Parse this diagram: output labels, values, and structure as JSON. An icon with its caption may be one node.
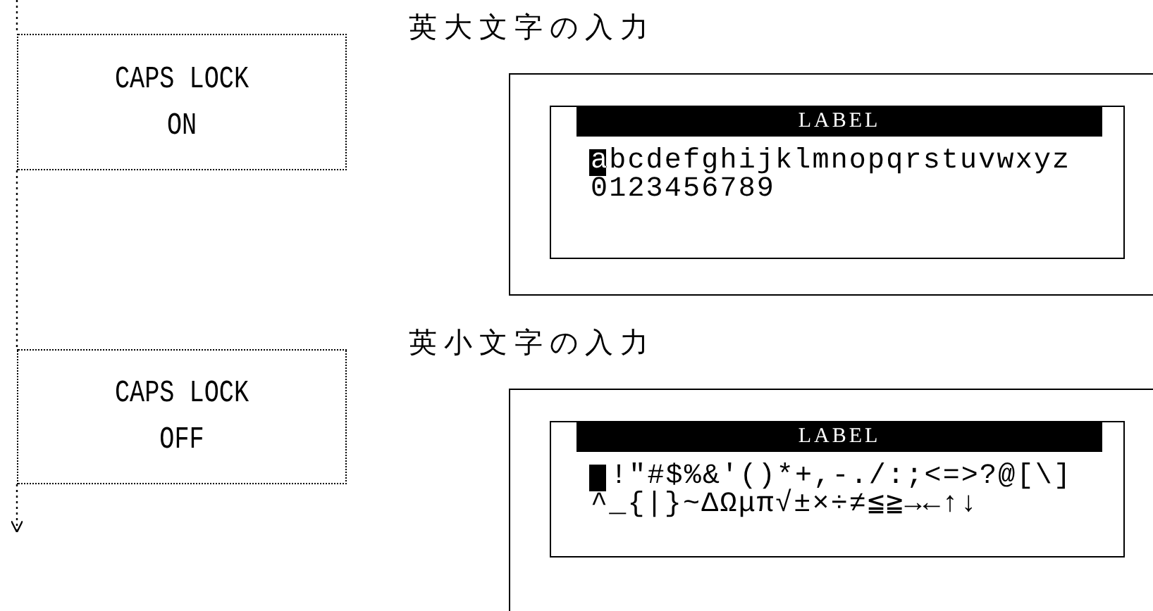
{
  "diagram": {
    "nodes": [
      {
        "text": [
          "CAPS LOCK ON"
        ]
      },
      {
        "text": [
          "CAPS LOCK OFF"
        ]
      },
      {
        "text": [],
        "shape": "box"
      },
      {
        "text": [
          "LABEL",
          "abcdefghijklmnopqrstuvwxyz",
          "0123456789"
        ],
        "in": 2
      },
      {
        "text": [],
        "shape": "box"
      },
      {
        "text": [
          "LABEL",
          "!\"#$%&'()*+,-./:;<=>?@[\\]",
          "^_{|}~ΔΩμπ√±×÷≠≦≧→←↑↓"
        ],
        "in": 4
      }
    ],
    "edges": [
      {
        "from": null,
        "to": 0,
        "arrow": "none"
      },
      {
        "from": 0,
        "to": 1,
        "arrow": "none"
      },
      {
        "from": 1,
        "to": null,
        "arrow": "to"
      }
    ],
    "labels": [
      "英大文字の入力",
      "英小文字の入力"
    ]
  }
}
